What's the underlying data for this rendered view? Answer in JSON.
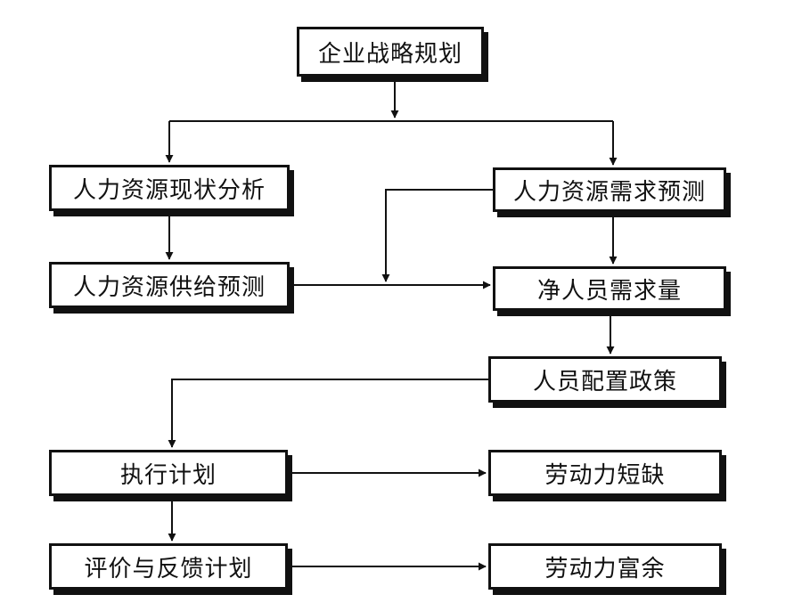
{
  "diagram": {
    "nodes": {
      "strategy": "企业战略规划",
      "current_analysis": "人力资源现状分析",
      "demand_forecast": "人力资源需求预测",
      "supply_forecast": "人力资源供给预测",
      "net_requirement": "净人员需求量",
      "staffing_policy": "人员配置政策",
      "execution_plan": "执行计划",
      "labor_shortage": "劳动力短缺",
      "evaluation_feedback": "评价与反馈计划",
      "labor_surplus": "劳动力富余"
    },
    "edges": [
      {
        "from": "strategy",
        "to": "current_analysis"
      },
      {
        "from": "strategy",
        "to": "demand_forecast"
      },
      {
        "from": "current_analysis",
        "to": "supply_forecast"
      },
      {
        "from": "demand_forecast",
        "to": "net_requirement"
      },
      {
        "from": "demand_forecast",
        "to": "net_requirement",
        "route": "via-supply-line"
      },
      {
        "from": "supply_forecast",
        "to": "net_requirement"
      },
      {
        "from": "net_requirement",
        "to": "staffing_policy"
      },
      {
        "from": "staffing_policy",
        "to": "execution_plan"
      },
      {
        "from": "execution_plan",
        "to": "labor_shortage"
      },
      {
        "from": "execution_plan",
        "to": "evaluation_feedback"
      },
      {
        "from": "evaluation_feedback",
        "to": "labor_surplus"
      }
    ],
    "colors": {
      "stroke": "#111111",
      "background": "#ffffff"
    }
  }
}
